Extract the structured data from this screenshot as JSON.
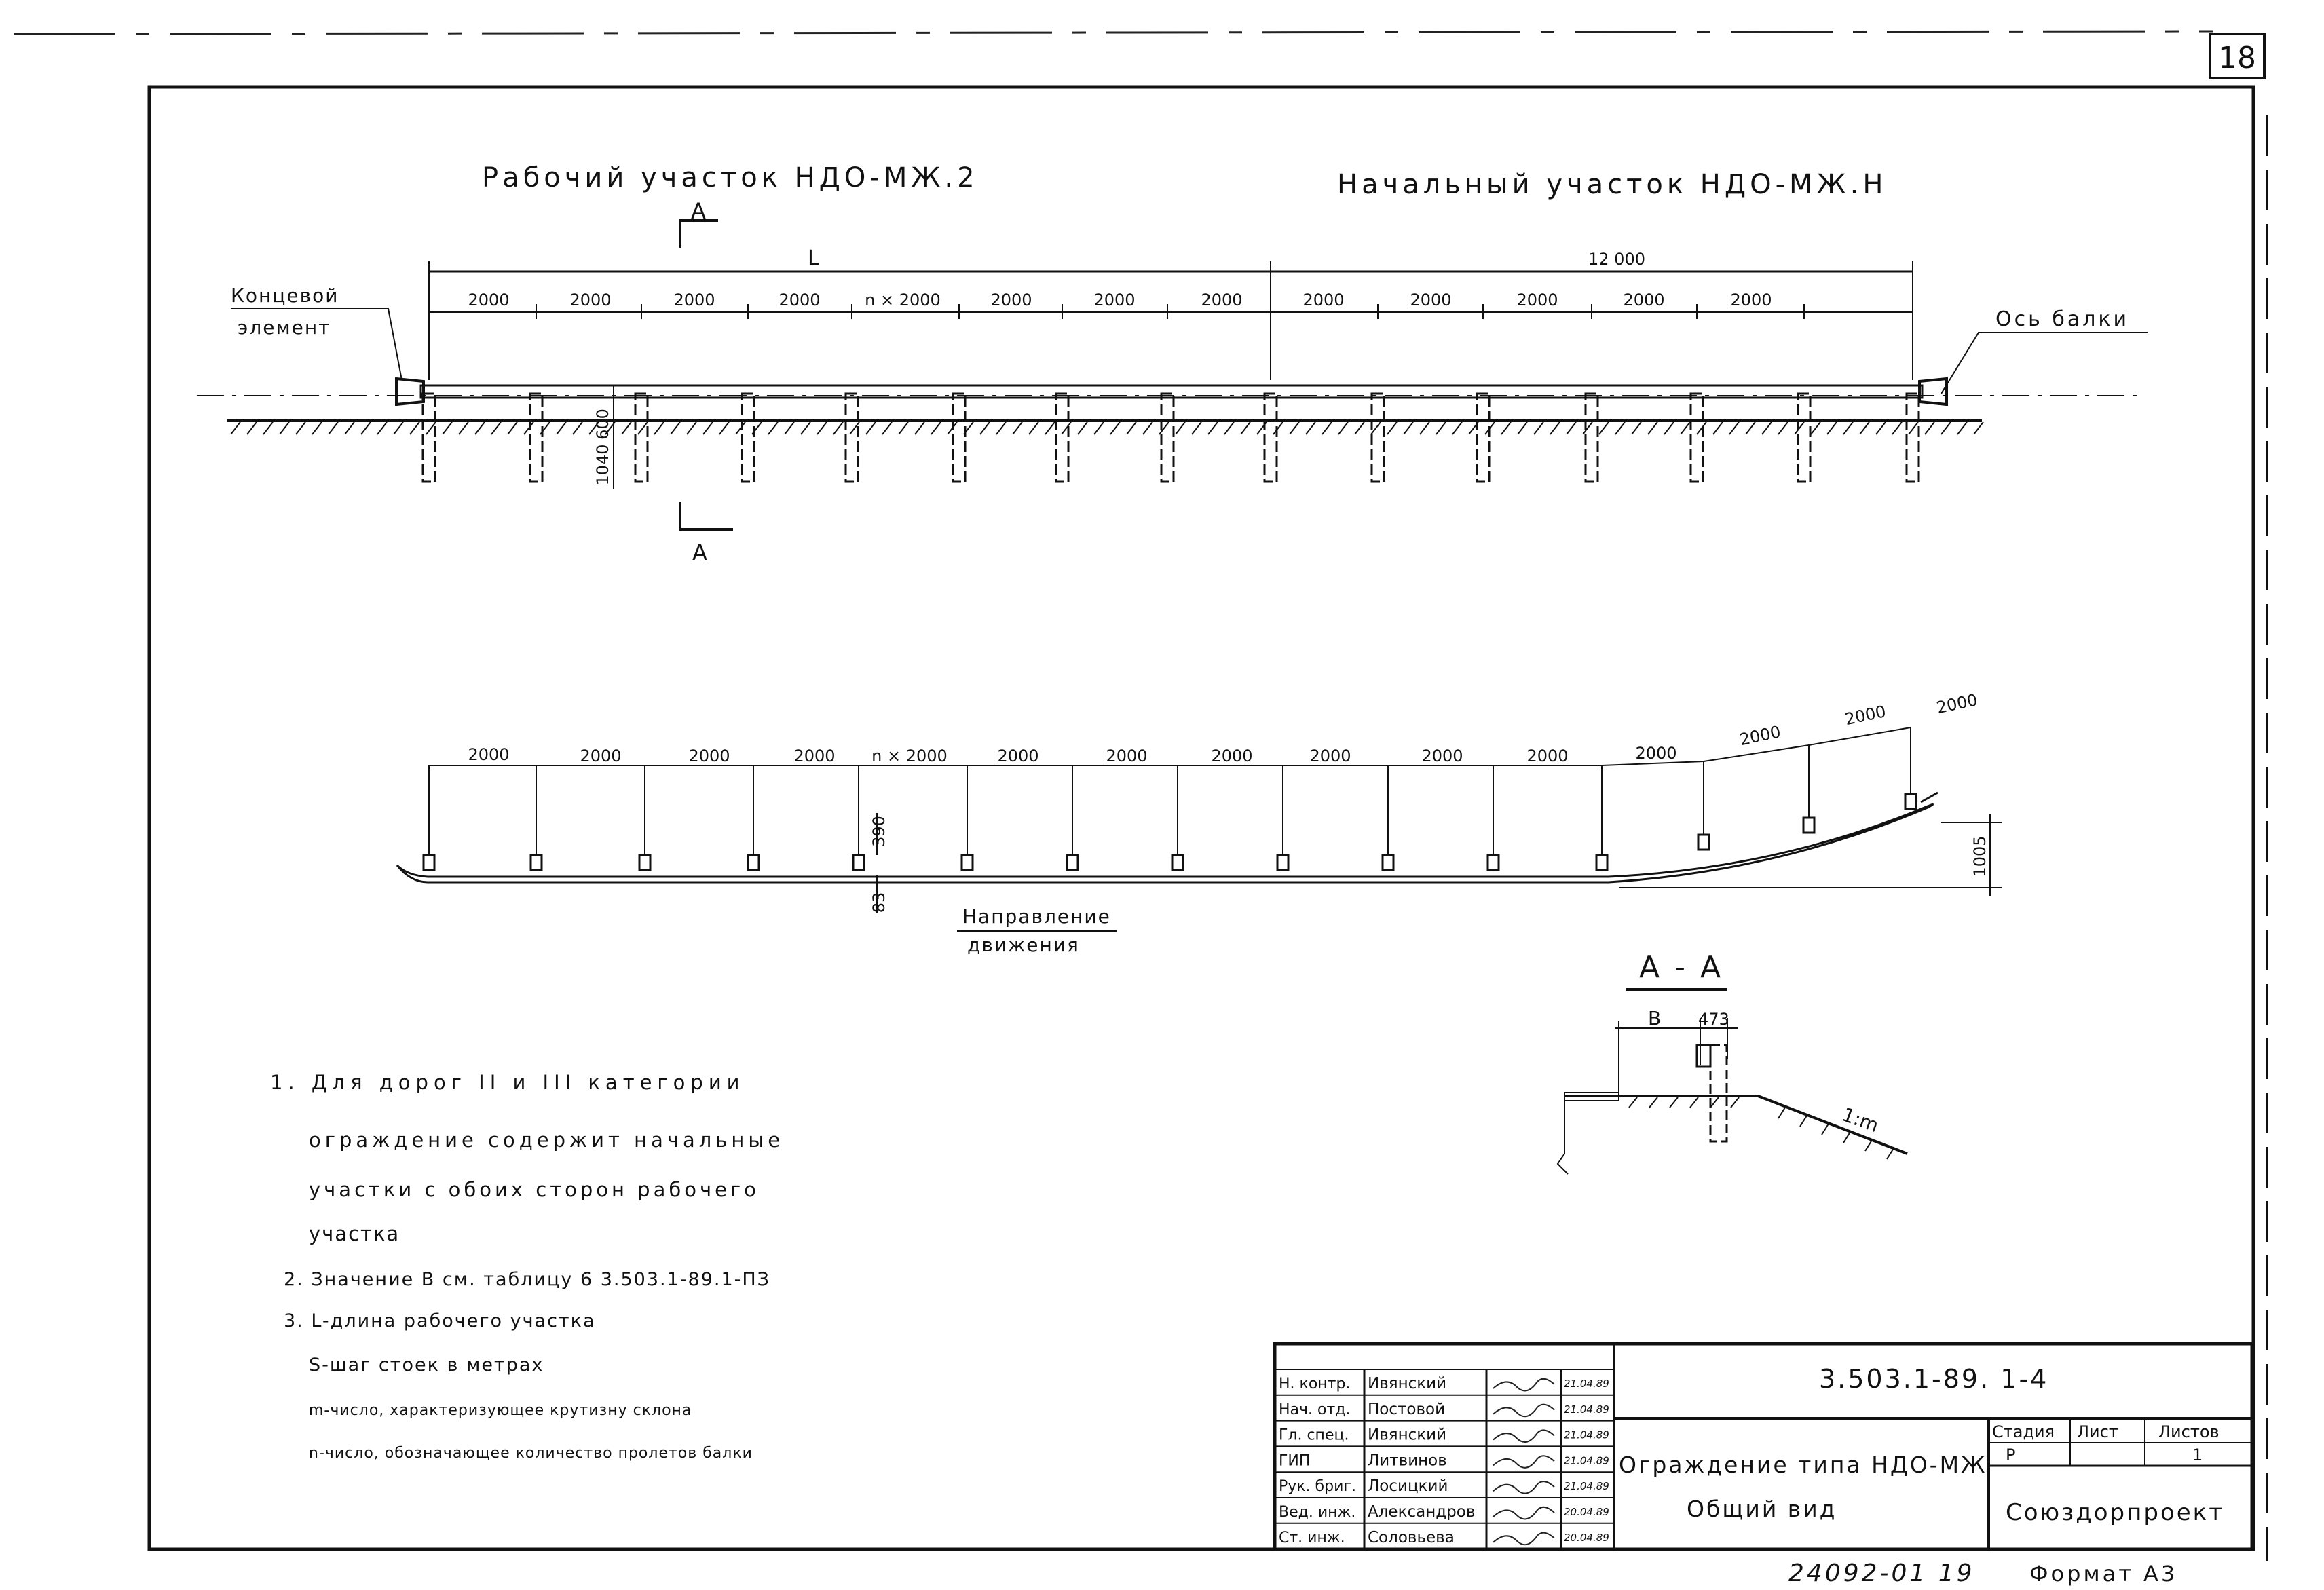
{
  "page_number": "18",
  "titles": {
    "working": "Рабочий участок НДО-МЖ.2",
    "initial": "Начальный участок НДО-МЖ.Н"
  },
  "plan": {
    "end_element": [
      "Концевой",
      "элемент"
    ],
    "beam_axis": "Ось балки",
    "length_label": "L",
    "initial_length": "12 000",
    "spans": [
      "2000",
      "2000",
      "2000",
      "2000",
      "n × 2000",
      "2000",
      "2000",
      "2000",
      "2000",
      "2000",
      "2000",
      "2000",
      "2000"
    ],
    "dim_600": "600",
    "dim_1040": "1040",
    "section_mark": "А"
  },
  "profile": {
    "spans": [
      "2000",
      "2000",
      "2000",
      "2000",
      "n × 2000",
      "2000",
      "2000",
      "2000",
      "2000",
      "2000",
      "2000",
      "2000",
      "2000",
      "2000",
      "2000"
    ],
    "dim_390": "390",
    "dim_83": "83",
    "dim_1005": "1005",
    "direction": [
      "Направление",
      "движения"
    ]
  },
  "section": {
    "title": "А - А",
    "b_label": "В",
    "dim_473": "473",
    "slope": "1:m"
  },
  "notes": [
    "1. Для дорог II и III категории",
    "ограждение содержит начальные",
    "участки с обоих сторон рабочего",
    "участка",
    "2. Значение В см. таблицу 6 3.503.1-89.1-ПЗ",
    "3. L-длина рабочего участка",
    "S-шаг стоек в метрах",
    "m-число, характеризующее крутизну склона",
    "n-число, обозначающее количество пролетов балки"
  ],
  "stamp": {
    "rows": [
      {
        "role": "Н. контр.",
        "name": "Ивянский",
        "date": "21.04.89"
      },
      {
        "role": "Нач. отд.",
        "name": "Постовой",
        "date": "21.04.89"
      },
      {
        "role": "Гл. спец.",
        "name": "Ивянский",
        "date": "21.04.89"
      },
      {
        "role": "ГИП",
        "name": "Литвинов",
        "date": "21.04.89"
      },
      {
        "role": "Рук. бриг.",
        "name": "Лосицкий",
        "date": "21.04.89"
      },
      {
        "role": "Вед. инж.",
        "name": "Александров",
        "date": "20.04.89"
      },
      {
        "role": "Ст. инж.",
        "name": "Соловьева",
        "date": "20.04.89"
      }
    ],
    "code": "3.503.1-89. 1-4",
    "title_line1": "Ограждение типа НДО-МЖ",
    "title_line2": "Общий вид",
    "col_stage": "Стадия",
    "col_sheet": "Лист",
    "col_sheets": "Листов",
    "stage": "Р",
    "sheets": "1",
    "org": "Союздорпроект"
  },
  "footer": {
    "inventory": "24092-01 19",
    "format": "Формат А3"
  }
}
